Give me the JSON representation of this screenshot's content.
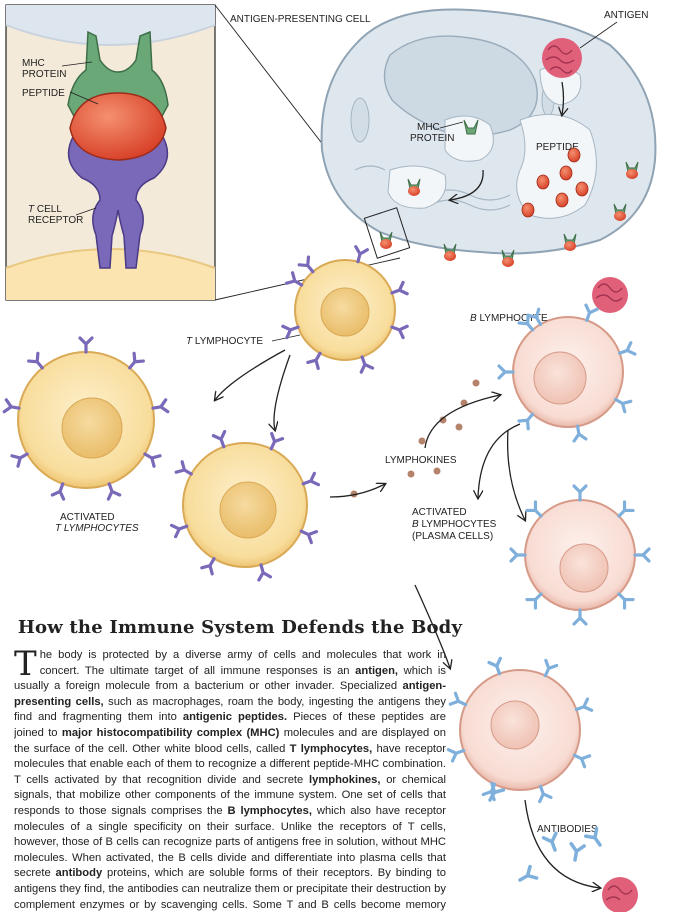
{
  "labels": {
    "antigen_presenting_cell": "ANTIGEN-PRESENTING CELL",
    "antigen": "ANTIGEN",
    "mhc_protein_line1": "MHC",
    "mhc_protein_line2": "PROTEIN",
    "peptide": "PEPTIDE",
    "t_cell_receptor_line1": "T",
    "t_cell_receptor_line1b": " CELL",
    "t_cell_receptor_line2": "RECEPTOR",
    "t_lymphocyte": "T LYMPHOCYTE",
    "b_lymphocyte": "B LYMPHOCYTE",
    "lymphokines": "LYMPHOKINES",
    "activated_t_line1": "ACTIVATED",
    "activated_t_line2": "T LYMPHOCYTES",
    "activated_b_line1": "ACTIVATED",
    "activated_b_line2": "B LYMPHOCYTES",
    "activated_b_line3": "(PLASMA CELLS)",
    "antibodies": "ANTIBODIES"
  },
  "article": {
    "title": "How the Immune System Defends the Body",
    "dropcap": "T",
    "segments": [
      {
        "t": "he body is protected by a diverse army of cells and molecules that work in concert. The ultimate target of all immune responses is an ",
        "b": false
      },
      {
        "t": "antigen,",
        "b": true
      },
      {
        "t": " which is usually a foreign molecule from a bacterium or other invader. Specialized ",
        "b": false
      },
      {
        "t": "antigen-presenting cells,",
        "b": true
      },
      {
        "t": " such as macrophages, roam the body, ingesting the antigens they find and fragmenting them into ",
        "b": false
      },
      {
        "t": "antigenic peptides.",
        "b": true
      },
      {
        "t": " Pieces of these peptides are joined to ",
        "b": false
      },
      {
        "t": "major histocompatibility complex (MHC)",
        "b": true
      },
      {
        "t": " molecules and are displayed on the surface of the cell. Other white blood cells, called ",
        "b": false
      },
      {
        "t": "T lymphocytes,",
        "b": true
      },
      {
        "t": " have receptor molecules that enable each of them to recognize a different peptide-MHC combination. T cells activated by that recognition divide and secrete ",
        "b": false
      },
      {
        "t": "lymphokines,",
        "b": true
      },
      {
        "t": " or chemical signals, that mobilize other components of the immune system. One set of cells that responds to those signals comprises the ",
        "b": false
      },
      {
        "t": "B lymphocytes,",
        "b": true
      },
      {
        "t": " which also have receptor molecules of a single specificity on their surface. Unlike the receptors of T cells, however, those of B cells can recognize parts of antigens free in solution, without MHC molecules. When activated, the B cells divide and differentiate into plasma cells that secrete ",
        "b": false
      },
      {
        "t": "antibody",
        "b": true
      },
      {
        "t": " proteins, which are soluble forms of their receptors. By binding to antigens they find, the antibodies can neutralize them or precipitate their destruction by complement enzymes or by scavenging cells. Some T and B cells become memory cells that persist in the circulation and boost the immune system's readiness to eliminate the same antigen if it presents itself in the future. Because the genes for antibodies in B cells mutate",
        "b": false
      }
    ]
  },
  "colors": {
    "apc_fill": "#dfe7ee",
    "apc_outline": "#8fa3b4",
    "t_cell_fill": "#fbe7b4",
    "t_cell_nucleus": "#f2cf82",
    "b_cell_fill": "#fbe3dc",
    "b_cell_nucleus": "#f7d0c4",
    "tcr_purple": "#7a68b8",
    "mhc_green": "#5e9a68",
    "peptide_red": "#e4573a",
    "antibody_blue": "#7fb0dc",
    "antigen_pink": "#e0607a",
    "lymphokine_dot": "#b5836a"
  }
}
